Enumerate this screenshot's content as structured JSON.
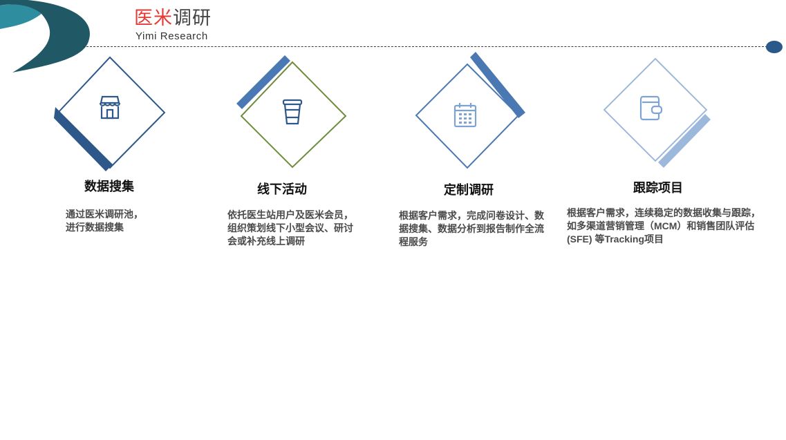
{
  "brand": {
    "name_red": "医米",
    "name_rest": "调研",
    "subtitle": "Yimi Research"
  },
  "colors": {
    "brand_red": "#e53935",
    "navy": "#2d5889",
    "steel_blue": "#4a78b3",
    "olive": "#6f8c3e",
    "light_blue": "#9cb9dc",
    "teal": "#2f8da0"
  },
  "cards": [
    {
      "icon": "storefront-icon",
      "title": "数据搜集",
      "desc": "通过医米调研池，\n进行数据搜集"
    },
    {
      "icon": "coffee-cup-icon",
      "title": "线下活动",
      "desc": "依托医生站用户及医米会员，组织策划线下小型会议、研讨会或补充线上调研"
    },
    {
      "icon": "calendar-icon",
      "title": "定制调研",
      "desc": "根据客户需求，完成问卷设计、数据搜集、数据分析到报告制作全流程服务"
    },
    {
      "icon": "wallet-icon",
      "title": "跟踪项目",
      "desc": "根据客户需求，连续稳定的数据收集与跟踪，如多渠道营销管理（MCM）和销售团队评估(SFE) 等Tracking项目"
    }
  ]
}
